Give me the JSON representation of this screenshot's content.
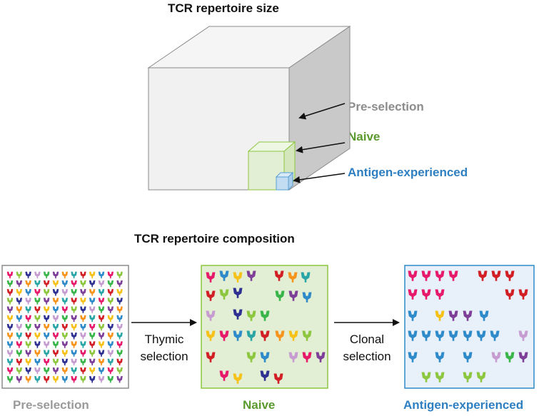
{
  "size_section": {
    "title": "TCR repertoire size",
    "labels": {
      "pre_selection": "Pre-selection",
      "naive": "Naive",
      "antigen_experienced": "Antigen-experienced"
    }
  },
  "composition_section": {
    "title": "TCR repertoire composition",
    "step1": {
      "line1": "Thymic",
      "line2": "selection"
    },
    "step2": {
      "line1": "Clonal",
      "line2": "selection"
    },
    "panel_labels": {
      "pre_selection": "Pre-selection",
      "naive": "Naive",
      "antigen_experienced": "Antigen-experienced"
    }
  },
  "colors": {
    "pre_selection": "#8c8c8c",
    "naive": "#5a9a2e",
    "antigen_experienced": "#2e7fc1",
    "cube_front": "#f2f2f2",
    "cube_side": "#c8c8c8",
    "naive_fill": "#e3efd4",
    "antigen_fill": "#e8f1fa"
  },
  "tcr_palette": [
    "#e6196b",
    "#d21f26",
    "#7e3f98",
    "#2e3192",
    "#2e8ac8",
    "#2aa6a6",
    "#39b54a",
    "#8dc63f",
    "#f6c21a",
    "#f7941d",
    "#c69cd1"
  ]
}
